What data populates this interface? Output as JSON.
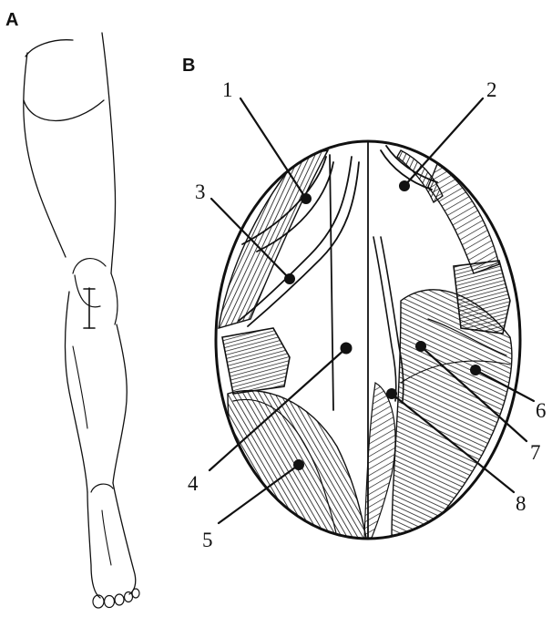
{
  "panels": {
    "a_label": "A",
    "b_label": "B"
  },
  "callouts": [
    "1",
    "2",
    "3",
    "4",
    "5",
    "6",
    "7",
    "8"
  ],
  "colors": {
    "ink": "#111111",
    "background": "#ffffff"
  }
}
